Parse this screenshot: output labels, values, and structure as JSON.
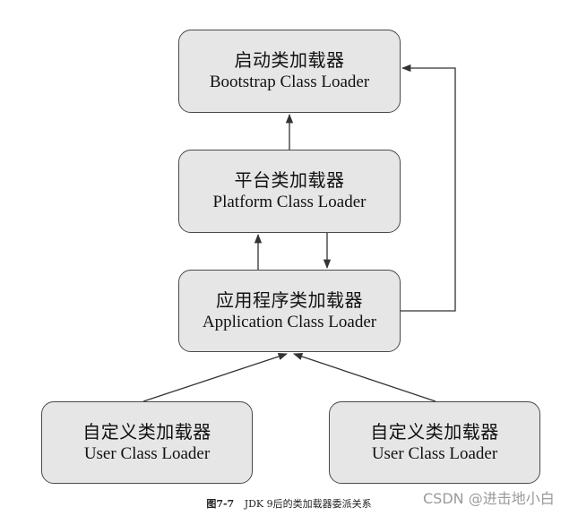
{
  "nodes": {
    "bootstrap": {
      "cn": "启动类加载器",
      "en": "Bootstrap Class Loader"
    },
    "platform": {
      "cn": "平台类加载器",
      "en": "Platform Class Loader"
    },
    "application": {
      "cn": "应用程序类加载器",
      "en": "Application Class Loader"
    },
    "user1": {
      "cn": "自定义类加载器",
      "en": "User Class Loader"
    },
    "user2": {
      "cn": "自定义类加载器",
      "en": "User Class Loader"
    }
  },
  "caption": {
    "figure": "图7-7",
    "text": "JDK 9后的类加载器委派关系"
  },
  "watermark": "CSDN @进击地小白",
  "colors": {
    "node_fill": "#e6e6e6",
    "node_border": "#4a4a4a",
    "edge": "#333333"
  }
}
